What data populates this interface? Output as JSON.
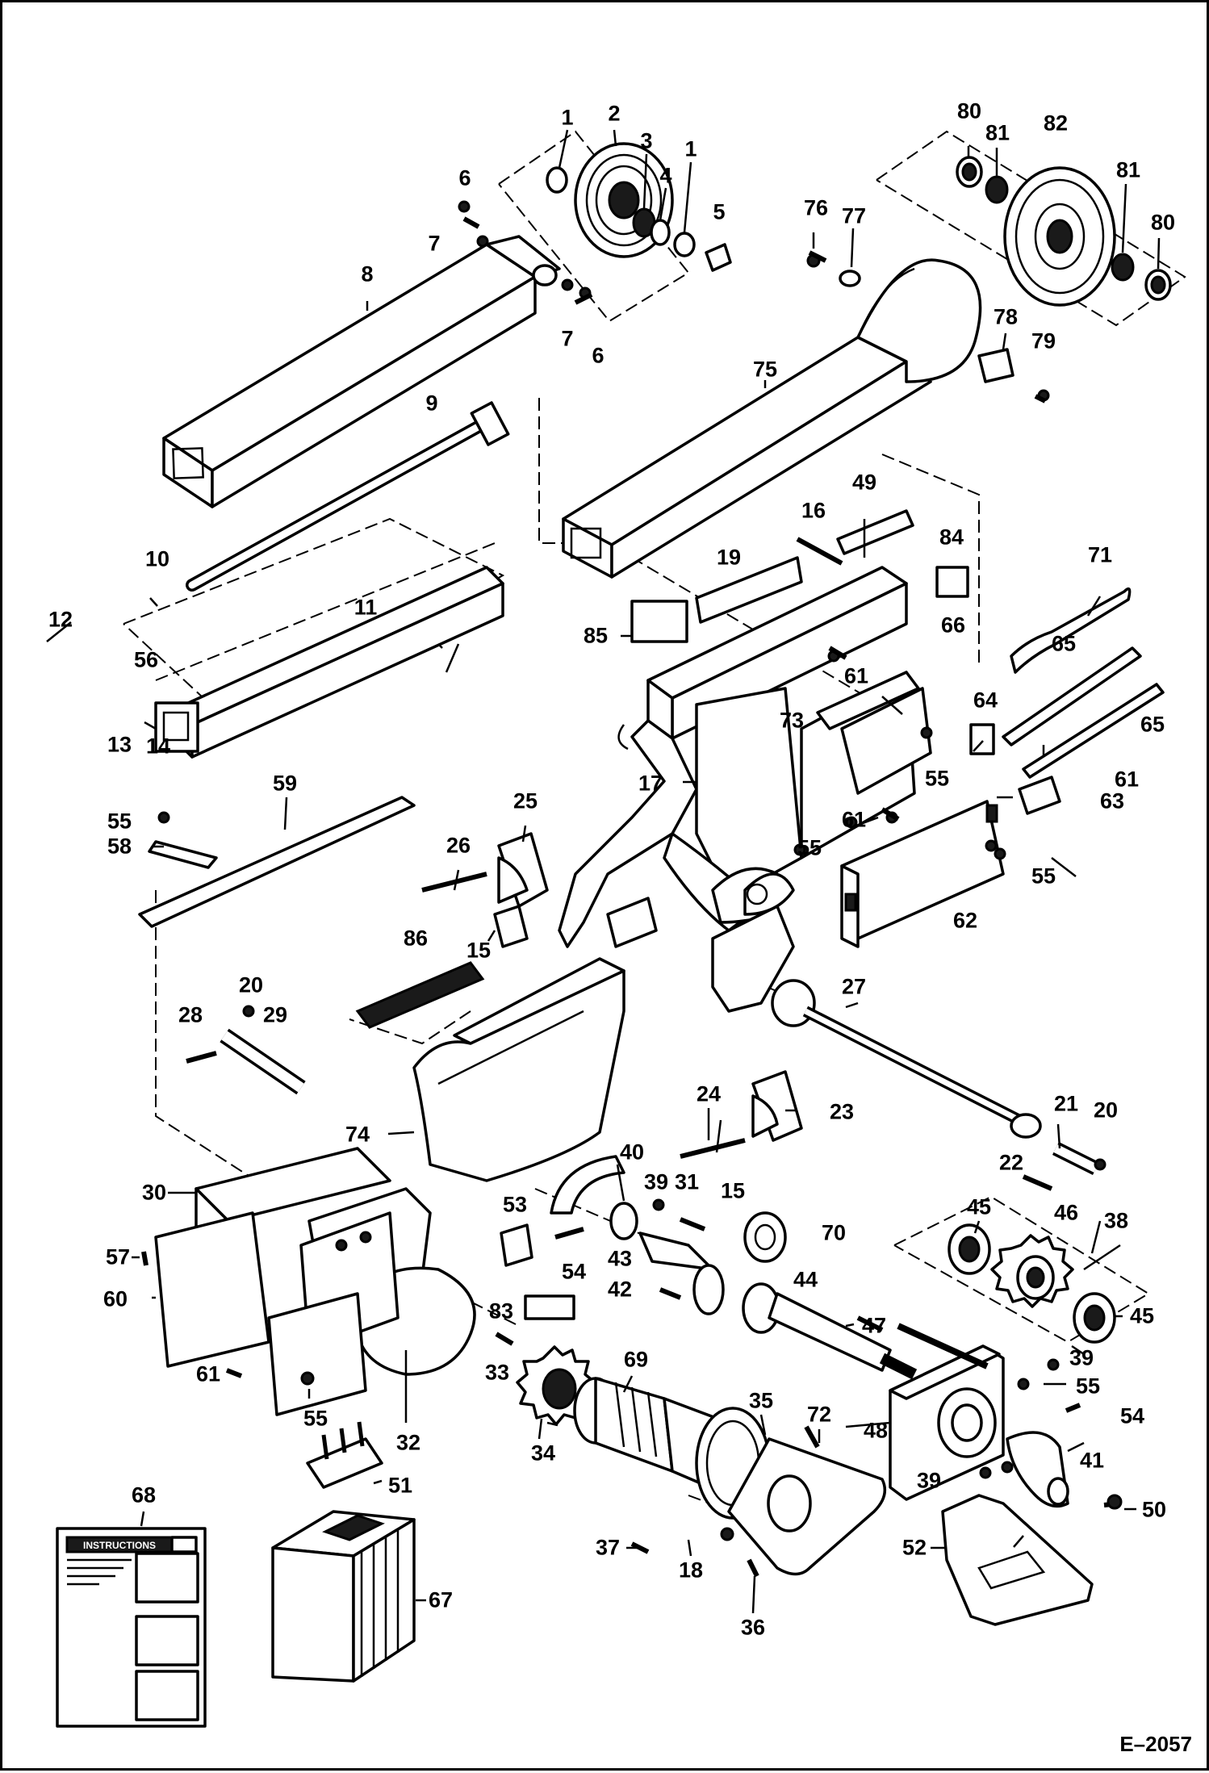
{
  "drawing_code": "E–2057",
  "instructions_sheet": {
    "heading": "INSTRUCTIONS"
  },
  "callouts": [
    {
      "id": "c1a",
      "text": "1"
    },
    {
      "id": "c2",
      "text": "2"
    },
    {
      "id": "c3",
      "text": "3"
    },
    {
      "id": "c4",
      "text": "4"
    },
    {
      "id": "c1b",
      "text": "1"
    },
    {
      "id": "c5",
      "text": "5"
    },
    {
      "id": "c6a",
      "text": "6"
    },
    {
      "id": "c7a",
      "text": "7"
    },
    {
      "id": "c8",
      "text": "8"
    },
    {
      "id": "c7b",
      "text": "7"
    },
    {
      "id": "c6b",
      "text": "6"
    },
    {
      "id": "c9",
      "text": "9"
    },
    {
      "id": "c10",
      "text": "10"
    },
    {
      "id": "c11",
      "text": "11"
    },
    {
      "id": "c12",
      "text": "12"
    },
    {
      "id": "c56a",
      "text": "56"
    },
    {
      "id": "c13",
      "text": "13"
    },
    {
      "id": "c14",
      "text": "14"
    },
    {
      "id": "c80a",
      "text": "80"
    },
    {
      "id": "c81a",
      "text": "81"
    },
    {
      "id": "c82",
      "text": "82"
    },
    {
      "id": "c81b",
      "text": "81"
    },
    {
      "id": "c80b",
      "text": "80"
    },
    {
      "id": "c76",
      "text": "76"
    },
    {
      "id": "c77",
      "text": "77"
    },
    {
      "id": "c75",
      "text": "75"
    },
    {
      "id": "c78",
      "text": "78"
    },
    {
      "id": "c79",
      "text": "79"
    },
    {
      "id": "c16",
      "text": "16"
    },
    {
      "id": "c49",
      "text": "49"
    },
    {
      "id": "c84",
      "text": "84"
    },
    {
      "id": "c19",
      "text": "19"
    },
    {
      "id": "c85",
      "text": "85"
    },
    {
      "id": "c66",
      "text": "66"
    },
    {
      "id": "c71",
      "text": "71"
    },
    {
      "id": "c61a",
      "text": "61"
    },
    {
      "id": "c65a",
      "text": "65"
    },
    {
      "id": "c73",
      "text": "73"
    },
    {
      "id": "c64",
      "text": "64"
    },
    {
      "id": "c65b",
      "text": "65"
    },
    {
      "id": "c17",
      "text": "17"
    },
    {
      "id": "c55a",
      "text": "55"
    },
    {
      "id": "c61b",
      "text": "61"
    },
    {
      "id": "c63",
      "text": "63"
    },
    {
      "id": "c61c",
      "text": "61"
    },
    {
      "id": "c55b",
      "text": "55"
    },
    {
      "id": "c55c",
      "text": "55"
    },
    {
      "id": "c62",
      "text": "62"
    },
    {
      "id": "c55d",
      "text": "55"
    },
    {
      "id": "c58",
      "text": "58"
    },
    {
      "id": "c59",
      "text": "59"
    },
    {
      "id": "c25",
      "text": "25"
    },
    {
      "id": "c26",
      "text": "26"
    },
    {
      "id": "c15a",
      "text": "15"
    },
    {
      "id": "c86",
      "text": "86"
    },
    {
      "id": "c20a",
      "text": "20"
    },
    {
      "id": "c28",
      "text": "28"
    },
    {
      "id": "c29",
      "text": "29"
    },
    {
      "id": "c27",
      "text": "27"
    },
    {
      "id": "c24",
      "text": "24"
    },
    {
      "id": "c23",
      "text": "23"
    },
    {
      "id": "c40",
      "text": "40"
    },
    {
      "id": "c39a",
      "text": "39"
    },
    {
      "id": "c74",
      "text": "74"
    },
    {
      "id": "c15b",
      "text": "15"
    },
    {
      "id": "c21",
      "text": "21"
    },
    {
      "id": "c20b",
      "text": "20"
    },
    {
      "id": "c22",
      "text": "22"
    },
    {
      "id": "c30",
      "text": "30"
    },
    {
      "id": "c31",
      "text": "31"
    },
    {
      "id": "c53",
      "text": "53"
    },
    {
      "id": "c70",
      "text": "70"
    },
    {
      "id": "c45a",
      "text": "45"
    },
    {
      "id": "c46",
      "text": "46"
    },
    {
      "id": "c38",
      "text": "38"
    },
    {
      "id": "c57",
      "text": "57"
    },
    {
      "id": "c54a",
      "text": "54"
    },
    {
      "id": "c43",
      "text": "43"
    },
    {
      "id": "c60",
      "text": "60"
    },
    {
      "id": "c42",
      "text": "42"
    },
    {
      "id": "c44",
      "text": "44"
    },
    {
      "id": "c83",
      "text": "83"
    },
    {
      "id": "c47",
      "text": "47"
    },
    {
      "id": "c45b",
      "text": "45"
    },
    {
      "id": "c39b",
      "text": "39"
    },
    {
      "id": "c61d",
      "text": "61"
    },
    {
      "id": "c33",
      "text": "33"
    },
    {
      "id": "c69",
      "text": "69"
    },
    {
      "id": "c55e",
      "text": "55"
    },
    {
      "id": "c55f",
      "text": "55"
    },
    {
      "id": "c35",
      "text": "35"
    },
    {
      "id": "c72",
      "text": "72"
    },
    {
      "id": "c54b",
      "text": "54"
    },
    {
      "id": "c48",
      "text": "48"
    },
    {
      "id": "c32",
      "text": "32"
    },
    {
      "id": "c34",
      "text": "34"
    },
    {
      "id": "c41",
      "text": "41"
    },
    {
      "id": "c51",
      "text": "51"
    },
    {
      "id": "c39c",
      "text": "39"
    },
    {
      "id": "c68",
      "text": "68"
    },
    {
      "id": "c50",
      "text": "50"
    },
    {
      "id": "c37",
      "text": "37"
    },
    {
      "id": "c52",
      "text": "52"
    },
    {
      "id": "c18",
      "text": "18"
    },
    {
      "id": "c67",
      "text": "67"
    },
    {
      "id": "c36",
      "text": "36"
    }
  ]
}
